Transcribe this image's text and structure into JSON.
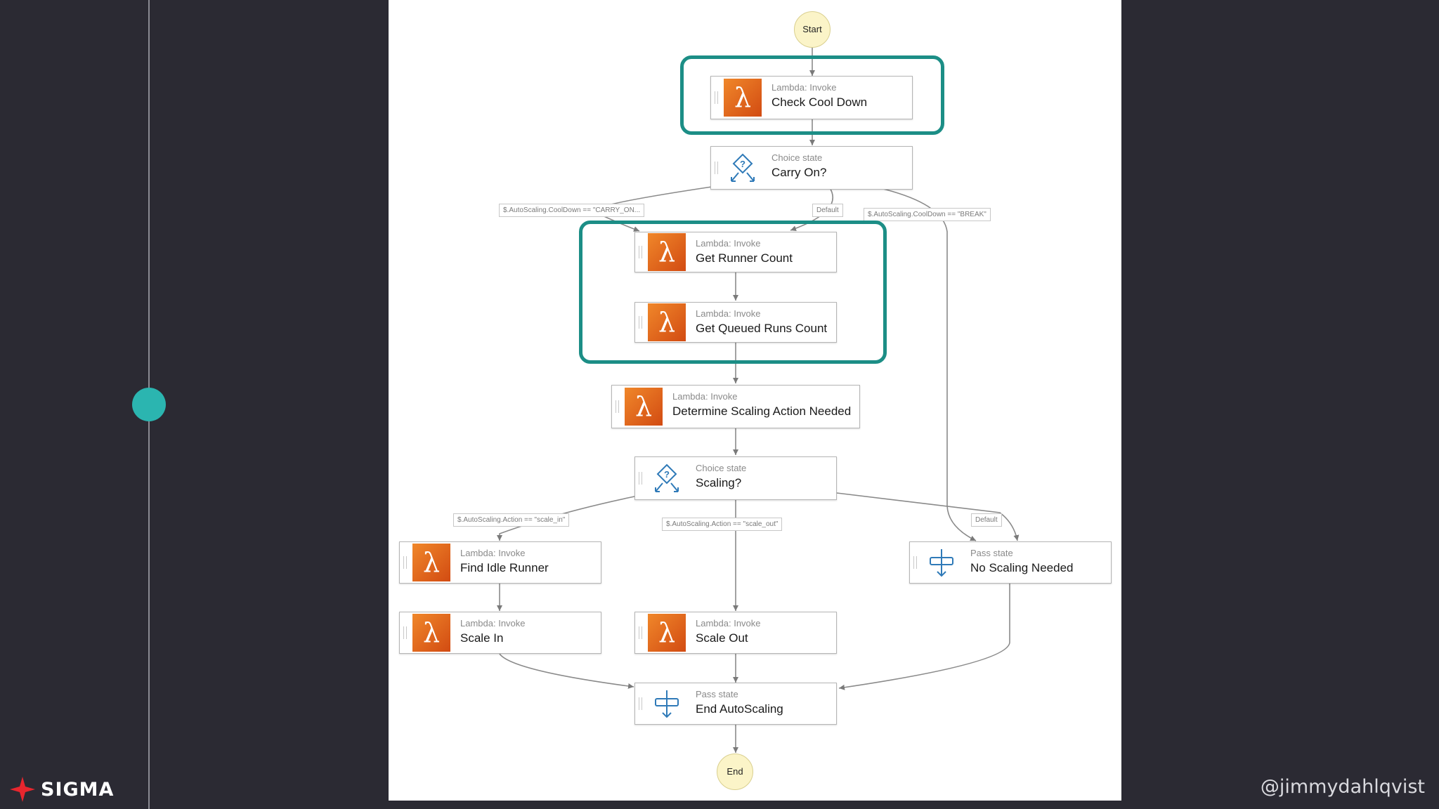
{
  "slide": {
    "brand": "SIGMA",
    "handle": "@jimmydahlqvist",
    "colors": {
      "background": "#2b2a33",
      "accent": "#2bb5b0",
      "highlight": "#1c8e86",
      "lambda_orange": "#e8701f"
    }
  },
  "diagram": {
    "start_label": "Start",
    "end_label": "End",
    "nodes": {
      "check_cool_down": {
        "type": "Lambda: Invoke",
        "name": "Check Cool Down",
        "icon": "lambda-icon"
      },
      "carry_on": {
        "type": "Choice state",
        "name": "Carry On?",
        "icon": "choice-icon"
      },
      "get_runner_count": {
        "type": "Lambda: Invoke",
        "name": "Get Runner Count",
        "icon": "lambda-icon"
      },
      "get_queued_runs_count": {
        "type": "Lambda: Invoke",
        "name": "Get Queued Runs Count",
        "icon": "lambda-icon"
      },
      "determine_scaling": {
        "type": "Lambda: Invoke",
        "name": "Determine Scaling Action Needed",
        "icon": "lambda-icon"
      },
      "scaling": {
        "type": "Choice state",
        "name": "Scaling?",
        "icon": "choice-icon"
      },
      "find_idle_runner": {
        "type": "Lambda: Invoke",
        "name": "Find Idle Runner",
        "icon": "lambda-icon"
      },
      "scale_in": {
        "type": "Lambda: Invoke",
        "name": "Scale In",
        "icon": "lambda-icon"
      },
      "scale_out": {
        "type": "Lambda: Invoke",
        "name": "Scale Out",
        "icon": "lambda-icon"
      },
      "no_scaling_needed": {
        "type": "Pass state",
        "name": "No Scaling Needed",
        "icon": "pass-icon"
      },
      "end_autoscaling": {
        "type": "Pass state",
        "name": "End AutoScaling",
        "icon": "pass-icon"
      }
    },
    "edge_labels": {
      "carry_on_true": "$.AutoScaling.CoolDown == \"CARRY_ON...",
      "carry_on_default": "Default",
      "carry_on_break": "$.AutoScaling.CoolDown == \"BREAK\"",
      "scale_in": "$.AutoScaling.Action == \"scale_in\"",
      "scale_out": "$.AutoScaling.Action == \"scale_out\"",
      "scaling_default": "Default"
    }
  }
}
